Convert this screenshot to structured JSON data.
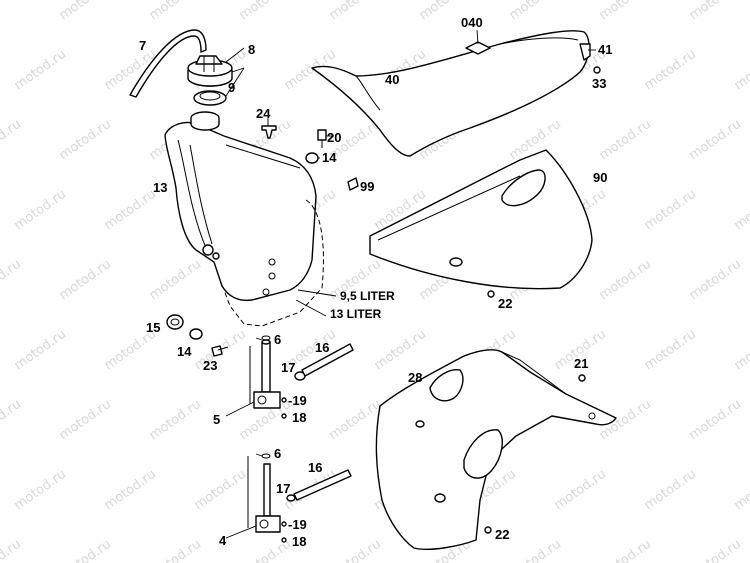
{
  "watermark": "motod.ru",
  "labels": {
    "p040": "040",
    "p7": "7",
    "p8": "8",
    "p9": "9",
    "p41": "41",
    "p33": "33",
    "p40": "40",
    "p24": "24",
    "p20": "20",
    "p14a": "14",
    "p13": "13",
    "p99": "99",
    "p90": "90",
    "cap1": "9,5 LITER",
    "cap2": "13 LITER",
    "p22a": "22",
    "p15": "15",
    "p14b": "14",
    "p23": "23",
    "p6a": "6",
    "p16a": "16",
    "p17a": "17",
    "p5": "5",
    "p19a": "-19",
    "p18a": "18",
    "p21": "21",
    "p28": "28",
    "p6b": "6",
    "p16b": "16",
    "p17b": "17",
    "p4": "4",
    "p19b": "-19",
    "p18b": "18",
    "p22b": "22"
  }
}
